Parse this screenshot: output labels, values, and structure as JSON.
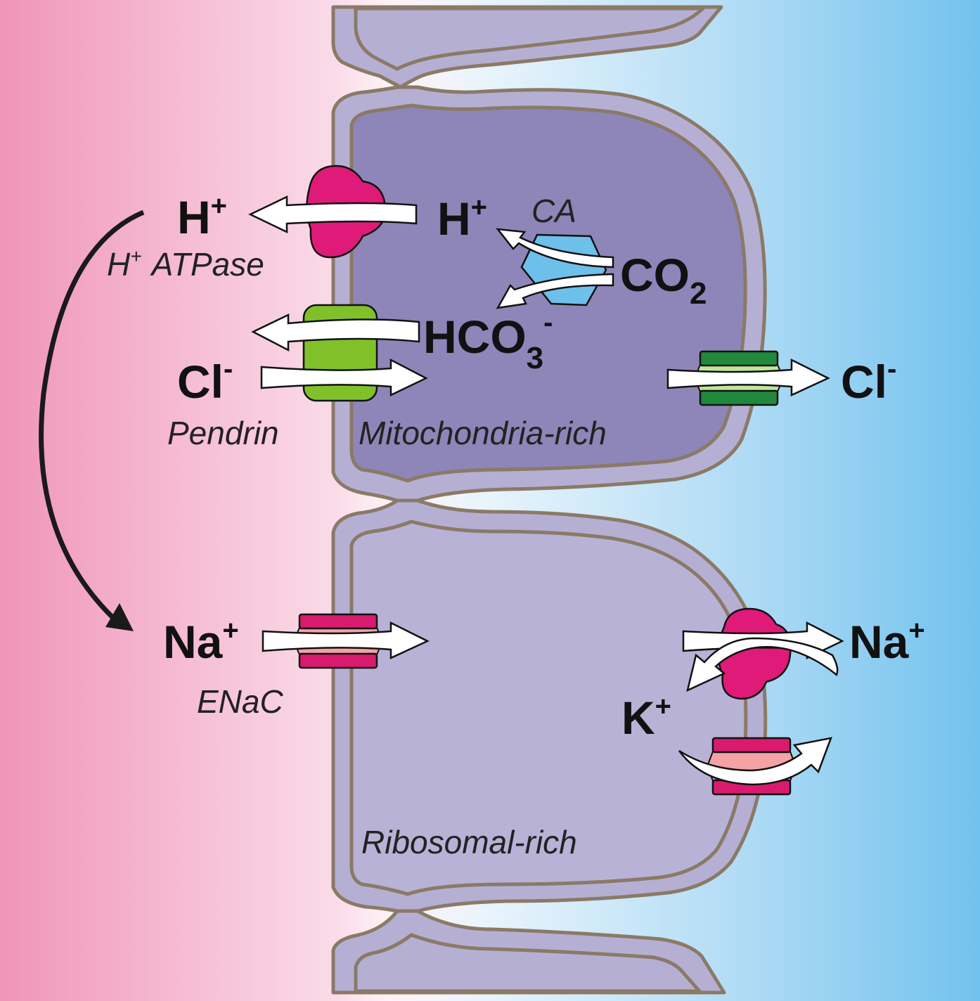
{
  "labels": {
    "h_out": "H",
    "h_out_sup": "+",
    "h_in": "H",
    "h_in_sup": "+",
    "ca": "CA",
    "co2": "CO",
    "co2_sub": "2",
    "hco3": "HCO",
    "hco3_sub": "3",
    "hco3_sup": "-",
    "cl_in": "Cl",
    "cl_in_sup": "-",
    "cl_out": "Cl",
    "cl_out_sup": "-",
    "h_atpase_sup": "+",
    "h_atpase_h": "H",
    "h_atpase": "ATPase",
    "pendrin": "Pendrin",
    "mito_rich": "Mitochondria-rich",
    "na_in": "Na",
    "na_in_sup": "+",
    "enac": "ENaC",
    "na_out": "Na",
    "na_out_sup": "+",
    "k": "K",
    "k_sup": "+",
    "ribo_rich": "Ribosomal-rich"
  },
  "colors": {
    "apical_side": "#f299b8",
    "basolateral_side": "#78c4ee",
    "cell_mito_rich": "#8e85b8",
    "cell_ribo_rich": "#b8b2d6",
    "membrane_fill": "#b6afd4",
    "membrane_stroke": "#8a7a66",
    "h_atpase": "#e01a78",
    "pendrin": "#80c12a",
    "carbonic_anhydrase": "#6cc0ea",
    "cl_channel": "#1f8a3c",
    "cl_channel_core": "#bfe69a",
    "enac": "#d81b6e",
    "enac_core": "#f4a2a6",
    "na_k_atpase": "#d81b6e",
    "k_channel": "#d81b6e",
    "k_channel_core": "#f4a2a6"
  }
}
